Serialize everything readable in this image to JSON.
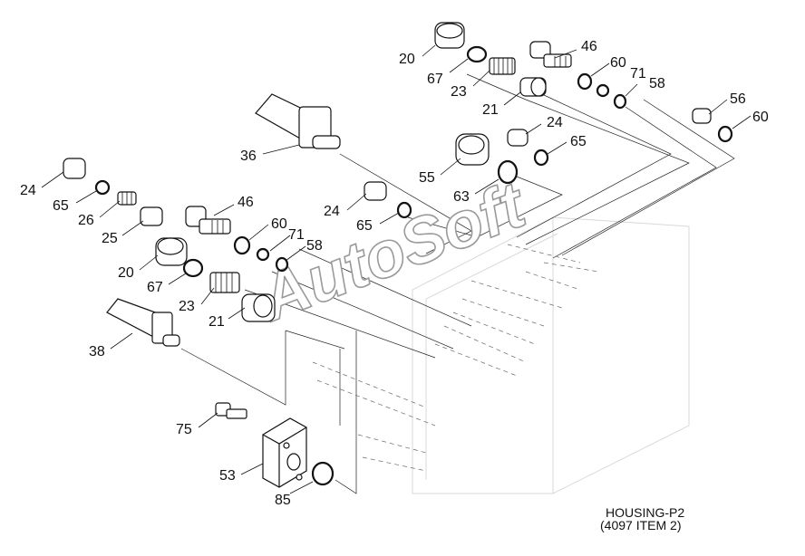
{
  "watermark": "AutoSoft",
  "caption": {
    "line1": "HOUSING-P2",
    "line2": "(4097 ITEM 2)"
  },
  "callouts": {
    "c20_top": "20",
    "c67_top": "67",
    "c23_top": "23",
    "c21_top": "21",
    "c46_top": "46",
    "c60_top": "60",
    "c71_top": "71",
    "c58_top": "58",
    "c56": "56",
    "c60_right": "60",
    "c36": "36",
    "c24_mid": "24",
    "c65_mid": "65",
    "c55": "55",
    "c63": "63",
    "c24_left": "24",
    "c65_left": "65",
    "c26": "26",
    "c25": "25",
    "c46_left": "46",
    "c60_left": "60",
    "c71_left": "71",
    "c58_left": "58",
    "c24_center": "24",
    "c65_center": "65",
    "c20_left": "20",
    "c67_left": "67",
    "c23_left": "23",
    "c21_left": "21",
    "c38": "38",
    "c75": "75",
    "c53": "53",
    "c85": "85"
  }
}
